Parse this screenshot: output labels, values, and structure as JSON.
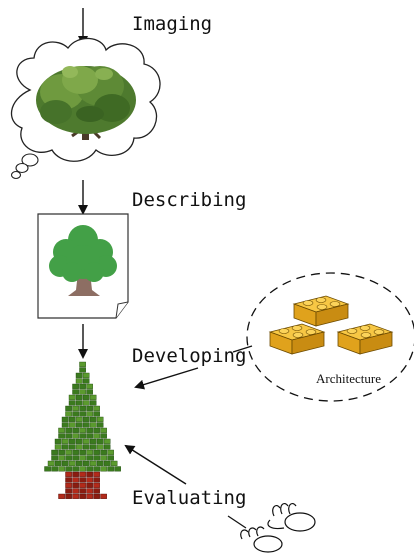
{
  "steps": [
    {
      "id": "imaging",
      "label": "Imaging",
      "icon": "tree-photo-thought-bubble"
    },
    {
      "id": "describing",
      "label": "Describing",
      "icon": "cartoon-tree-sheet"
    },
    {
      "id": "developing",
      "label": "Developing",
      "icon": "brick-pixel-tree"
    },
    {
      "id": "evaluating",
      "label": "Evaluating",
      "icon": "footsteps"
    }
  ],
  "architecture": {
    "label": "Architecture",
    "icon": "yellow-brick-blocks"
  },
  "colors": {
    "ink": "#111111",
    "foliage_photo": "#5f8a3a",
    "cartoon_green": "#43a047",
    "cartoon_trunk": "#8d6e63",
    "brick_green": "#3b7a1e",
    "brick_red": "#b22a1a",
    "block_yellow": "#f2b721"
  }
}
